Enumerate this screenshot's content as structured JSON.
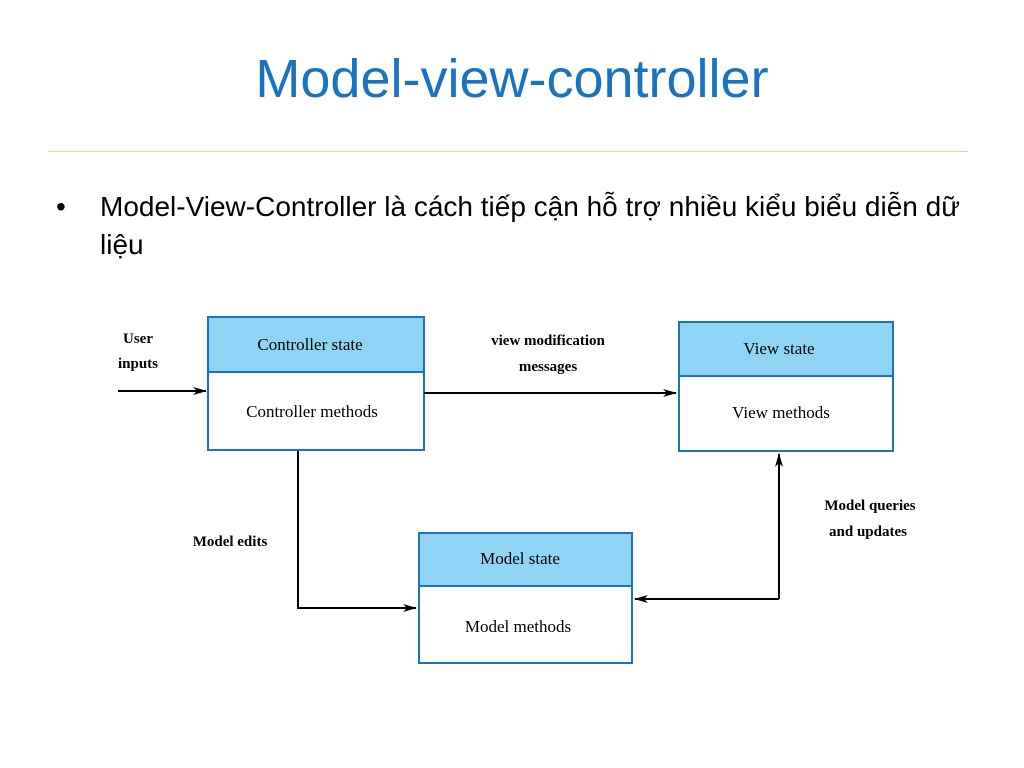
{
  "slide": {
    "title": "Model-view-controller",
    "bullet_symbol": "•",
    "bullet_text": "Model-View-Controller là cách tiếp cận hỗ trợ nhiều kiểu biểu diễn dữ liệu"
  },
  "diagram": {
    "colors": {
      "box_border": "#1a73c0",
      "box_header_fill": "#8fd3f5",
      "arrow": "#000000"
    },
    "controller": {
      "header": "Controller state",
      "body": "Controller methods"
    },
    "view": {
      "header": "View state",
      "body": "View methods"
    },
    "model": {
      "header": "Model state",
      "body": "Model methods"
    },
    "labels": {
      "user_inputs_1": "User",
      "user_inputs_2": "inputs",
      "view_mod_1": "view modification",
      "view_mod_2": "messages",
      "model_edits": "Model edits",
      "model_queries_1": "Model queries",
      "model_queries_2": "and updates"
    }
  }
}
